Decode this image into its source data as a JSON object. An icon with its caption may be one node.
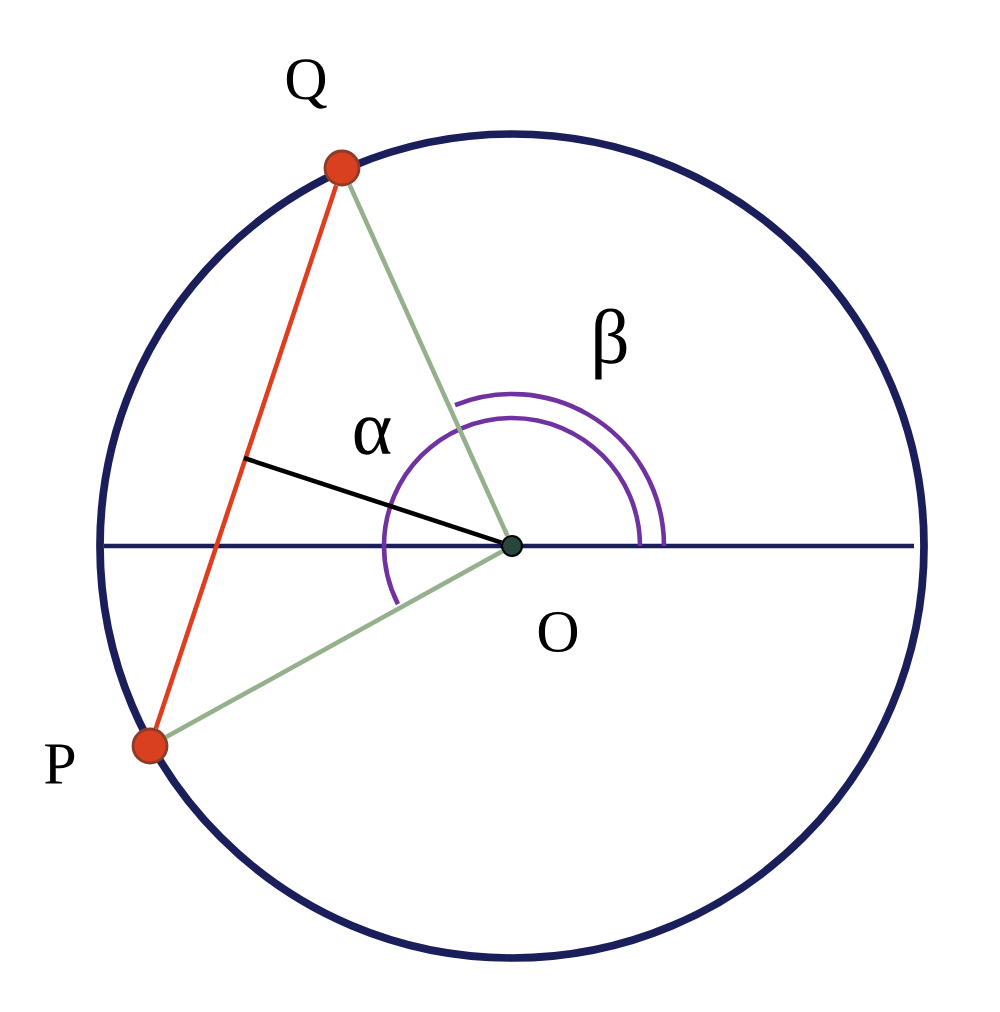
{
  "diagram": {
    "nodes": [
      {
        "text": [
          "Q"
        ]
      },
      {
        "text": [
          "P"
        ]
      },
      {
        "text": [
          "O"
        ]
      }
    ],
    "edges": [
      {
        "from": 0,
        "to": 1,
        "arrow": "none",
        "color": "#e03c1e"
      },
      {
        "from": 0,
        "to": 2,
        "arrow": "none"
      },
      {
        "from": 1,
        "to": 2,
        "arrow": "none"
      },
      {
        "from": 2,
        "to": null,
        "arrow": "none",
        "color": "#000000"
      }
    ],
    "labels": [
      "β",
      "α"
    ]
  }
}
